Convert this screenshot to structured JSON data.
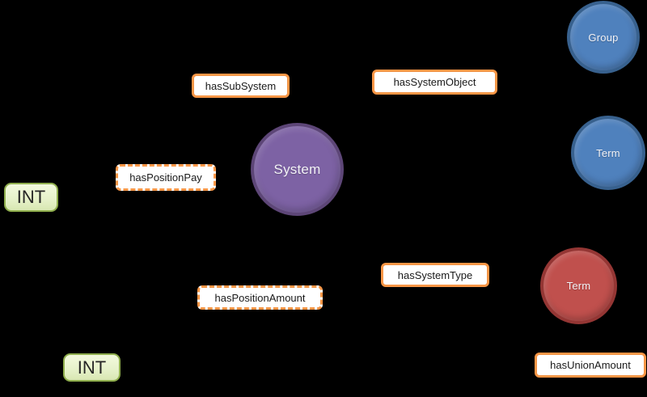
{
  "diagram": {
    "background_color": "#000000",
    "class_nodes": [
      {
        "id": "group",
        "label": "Group",
        "fill": "#4f81bd",
        "border": "#38618e"
      },
      {
        "id": "term-blue",
        "label": "Term",
        "fill": "#4f81bd",
        "border": "#38618e"
      },
      {
        "id": "system",
        "label": "System",
        "fill": "#7d62a4",
        "border": "#5d4677"
      },
      {
        "id": "term-red",
        "label": "Term",
        "fill": "#c0504d",
        "border": "#943634"
      }
    ],
    "object_properties": [
      {
        "label": "hasSubSystem",
        "border_style": "solid"
      },
      {
        "label": "hasSystemObject",
        "border_style": "solid"
      },
      {
        "label": "hasSystemType",
        "border_style": "solid"
      },
      {
        "label": "hasUnionAmount",
        "border_style": "solid"
      }
    ],
    "datatype_properties": [
      {
        "label": "hasPositionPay",
        "border_style": "dashed"
      },
      {
        "label": "hasPositionAmount",
        "border_style": "dashed"
      }
    ],
    "datatype_nodes": [
      {
        "label": "INT",
        "fill": "#e9f3cf",
        "border": "#8fae4d"
      },
      {
        "label": "INT",
        "fill": "#e9f3cf",
        "border": "#8fae4d"
      }
    ],
    "property_border_color": "#f79646"
  }
}
